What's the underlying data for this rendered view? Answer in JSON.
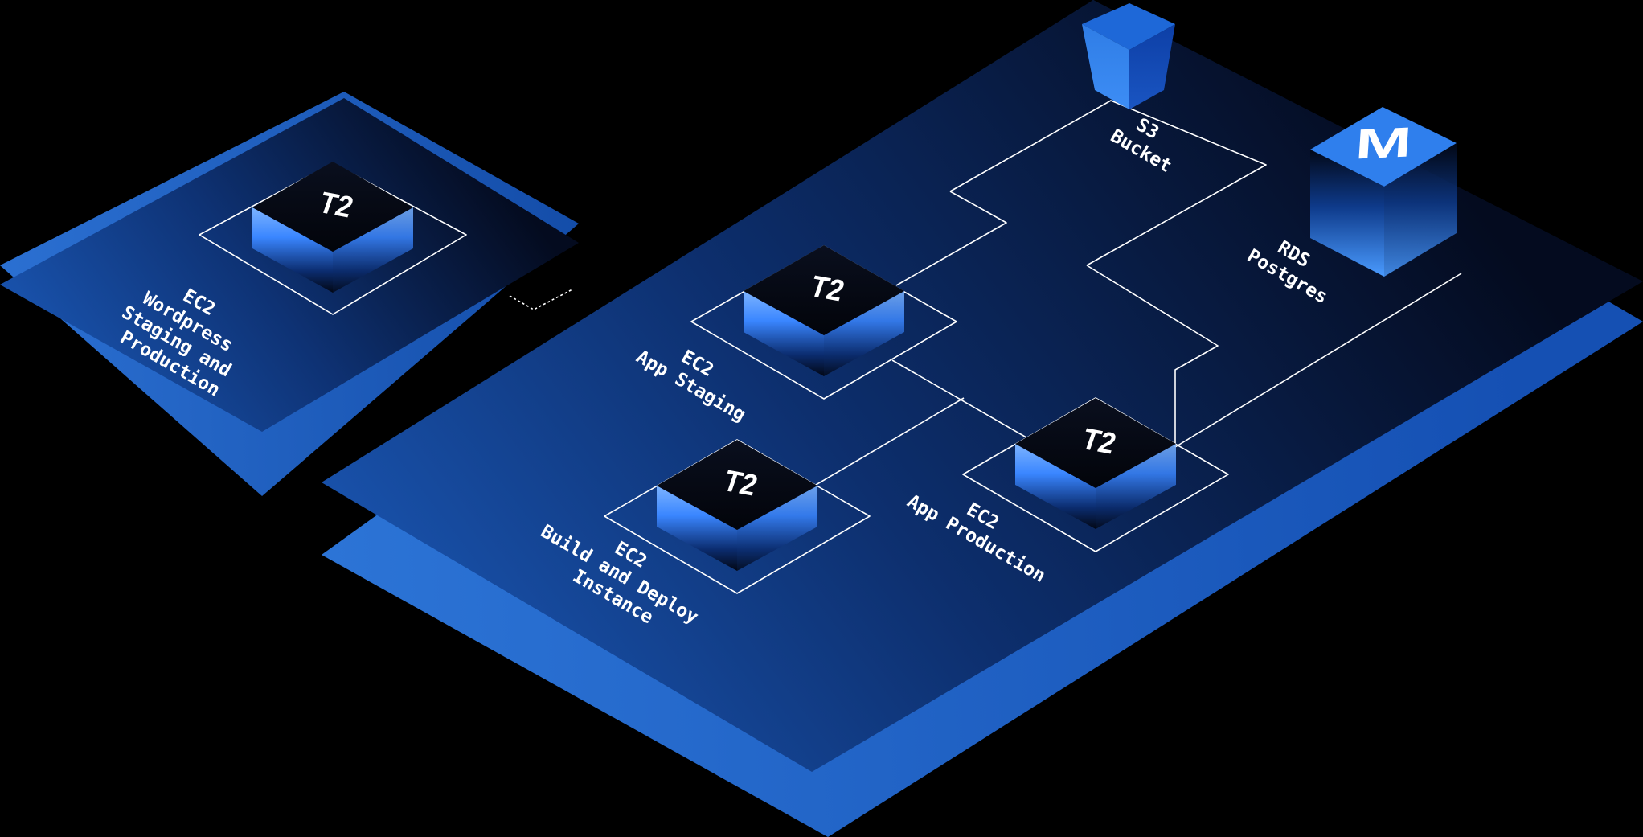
{
  "nodes": {
    "wordpress": {
      "chip": "T2",
      "label": [
        "EC2",
        "Wordpress",
        "Staging and",
        "Production"
      ]
    },
    "app_staging": {
      "chip": "T2",
      "label": [
        "EC2",
        "App Staging"
      ]
    },
    "build_deploy": {
      "chip": "T2",
      "label": [
        "EC2",
        "Build and Deploy",
        "Instance"
      ]
    },
    "app_production": {
      "chip": "T2",
      "label": [
        "EC2",
        "App Production"
      ]
    },
    "s3": {
      "label": [
        "S3",
        "Bucket"
      ]
    },
    "rds": {
      "badge": "M",
      "label": [
        "RDS",
        "Postgres"
      ]
    }
  },
  "colors": {
    "background": "#000000",
    "platform_top_light": "#1a57b5",
    "platform_top_dark": "#050d24",
    "platform_base": "#1d5fc4",
    "chip_glow": "#3f8cff",
    "s3_blue": "#2f7de6",
    "rds_blue": "#3a82f0"
  }
}
